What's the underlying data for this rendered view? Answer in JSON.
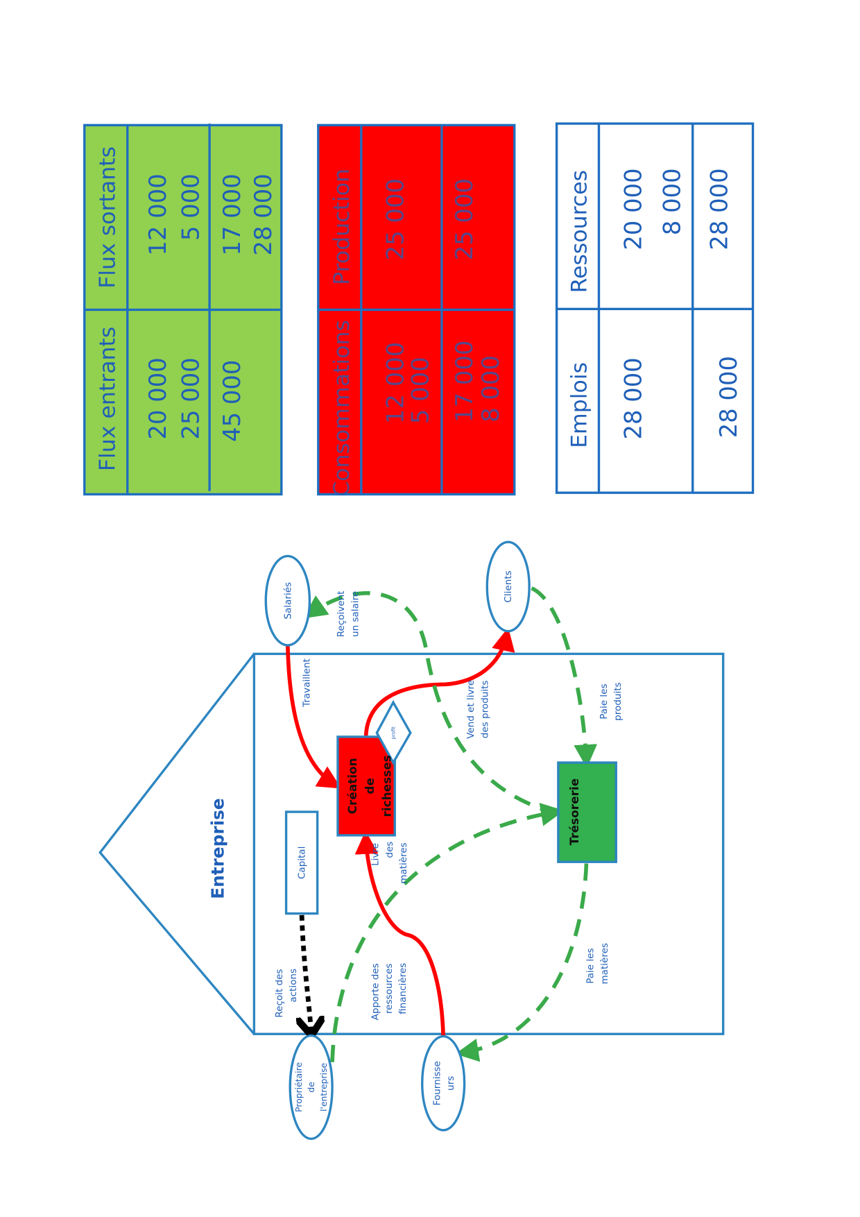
{
  "tables": {
    "flux": {
      "fill": "#92d050",
      "headers": [
        "Flux entrants",
        "Flux sortants"
      ],
      "entrants": [
        "20 000",
        "25 000"
      ],
      "sortants": [
        "12 000",
        "5 000"
      ],
      "entrants_total": "45 000",
      "sortants_total": [
        "17 000",
        "28 000"
      ]
    },
    "production": {
      "fill": "#ff0000",
      "headers": [
        "Consommations",
        "Production"
      ],
      "consommations": [
        "12 000",
        "5 000"
      ],
      "production": "25 000",
      "consommations_total": [
        "17 000",
        "8 000"
      ],
      "production_total": "25 000"
    },
    "ressources": {
      "fill": "#ffffff",
      "headers": [
        "Emplois",
        "Ressources"
      ],
      "emplois": "28 000",
      "ressources": [
        "20 000",
        "8 000"
      ],
      "emplois_total": "28 000",
      "ressources_total": "28 000"
    }
  },
  "diagram": {
    "title": "Entreprise",
    "nodes": {
      "salaries": "Salariés",
      "clients": "Clients",
      "proprietaire": [
        "Propriétaire",
        "de",
        "l'entreprise"
      ],
      "fournisseurs": [
        "Fournisse",
        "urs"
      ],
      "capital": "Capital",
      "creation": [
        "Création",
        "de",
        "richesses"
      ],
      "profit": "profit",
      "tresorerie": "Trésorerie"
    },
    "labels": {
      "travaillent": "Travaillent",
      "recoivent": [
        "Reçoivent",
        "un salaire"
      ],
      "vend": [
        "Vend et livre",
        "des  produits"
      ],
      "paie_produits": [
        "Paie les",
        "produits"
      ],
      "livre": [
        "Livre",
        "des",
        "matières"
      ],
      "recoit": [
        "Reçoit des",
        "actions"
      ],
      "apporte": [
        "Apporte des",
        "ressources",
        "financières"
      ],
      "paie_matieres": [
        "Paie les",
        "matières"
      ]
    },
    "colors": {
      "outline": "#2e86c1",
      "physical_flow": "#ff0000",
      "money_flow": "#3aaa4a",
      "creation": "#ff0000",
      "tresorerie": "#33b04f"
    }
  }
}
